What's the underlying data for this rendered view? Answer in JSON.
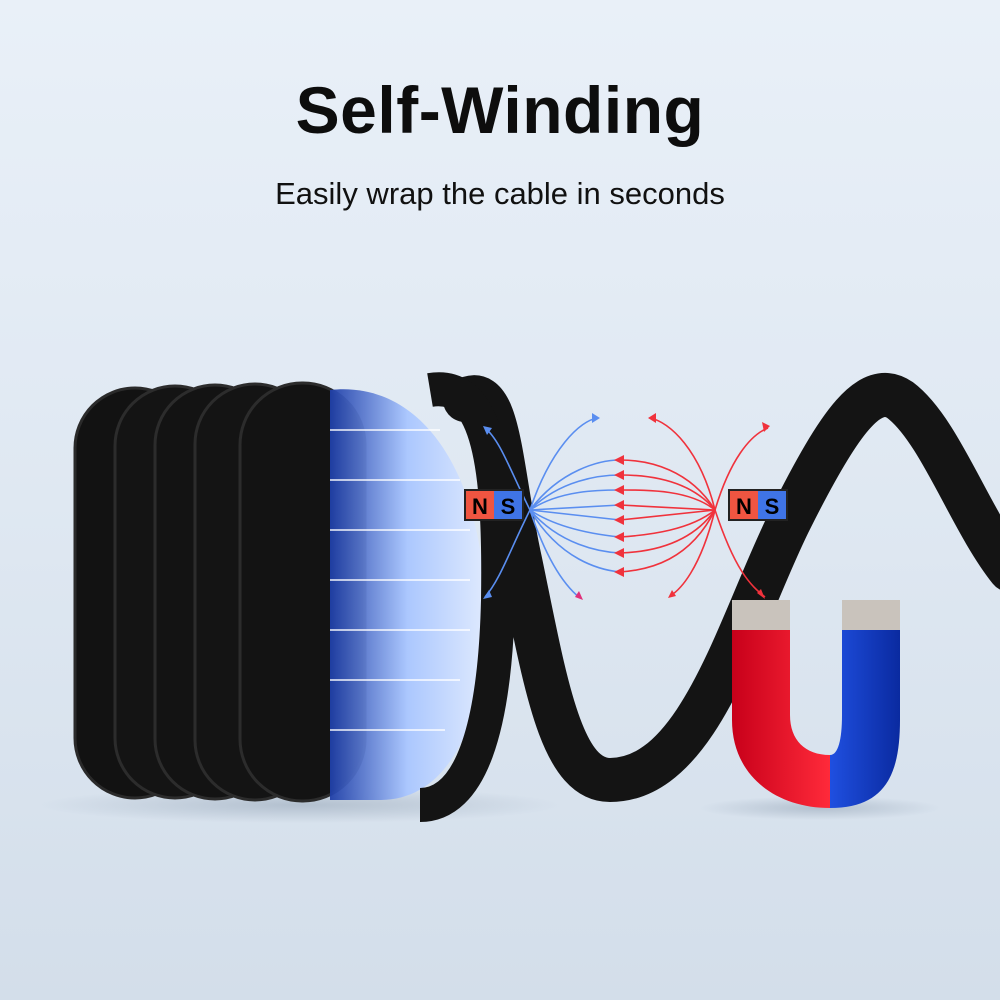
{
  "header": {
    "title": "Self-Winding",
    "subtitle": "Easily wrap the cable in seconds"
  },
  "magnet_labels": {
    "left": {
      "north": "N",
      "south": "S"
    },
    "right": {
      "north": "N",
      "south": "S"
    }
  },
  "colors": {
    "north": "#ef5541",
    "south": "#3f74e6",
    "field_blue": "#5a8ef0",
    "field_red": "#f0323c",
    "cable": "#141414"
  }
}
